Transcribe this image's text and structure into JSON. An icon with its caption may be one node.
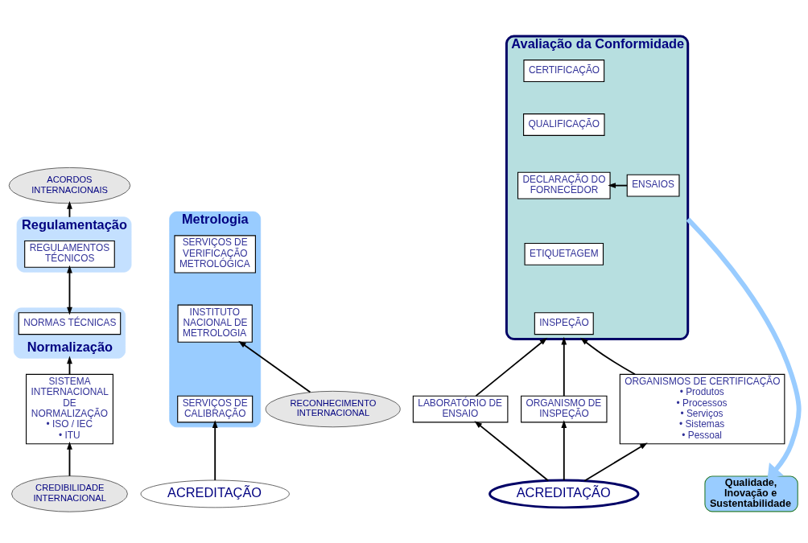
{
  "diagram": {
    "nodes": [
      {
        "text": [
          "ACORDOS INTERNACIONAIS"
        ]
      },
      {
        "text": [
          "Metrologia"
        ]
      },
      {
        "text": [
          "SERVIÇOS DE VERIFICAÇÃO METROLÓGICA"
        ],
        "in": 1
      },
      {
        "text": [
          "INSTITUTO NACIONAL DE METROLOGIA"
        ],
        "in": 1
      },
      {
        "text": [
          "SERVIÇOS DE CALIBRAÇÃO"
        ],
        "in": 1
      },
      {
        "text": [
          "Regulamentação"
        ]
      },
      {
        "text": [
          "REGULAMENTOS TÉCNICOS"
        ],
        "in": 5
      },
      {
        "text": [
          "Normalização"
        ]
      },
      {
        "text": [
          "NORMAS TÉCNICAS"
        ],
        "in": 7
      },
      {
        "text": [
          "Avaliação da Conformidade"
        ]
      },
      {
        "text": [
          "ENSAIOS"
        ],
        "in": 9
      },
      {
        "text": [
          "CERTIFICAÇÃO"
        ],
        "in": 9
      },
      {
        "text": [
          "QUALIFICAÇÃO"
        ],
        "in": 9
      },
      {
        "text": [
          "DECLARAÇÃO DO FORNECEDOR"
        ],
        "in": 9
      },
      {
        "text": [
          "ETIQUETAGEM"
        ],
        "in": 9
      },
      {
        "text": [
          "INSPEÇÃO"
        ],
        "in": 9
      },
      {
        "text": [
          "Qualidade, Inovação e Sustentabilidade"
        ]
      },
      {
        "text": [
          "SISTEMA INTERNACIONAL DE NORMALIZAÇÃO",
          "• ISO / IEC",
          "• ITU"
        ]
      },
      {
        "text": [
          "LABORATÓRIO DE ENSAIO"
        ]
      },
      {
        "text": [
          "ORGANISMO DE INSPEÇÃO"
        ]
      },
      {
        "text": [
          "ORGANISMOS DE CERTIFICAÇÃO",
          "• Produtos",
          "• Processos",
          "• Serviços",
          "• Sistemas",
          "• Pessoal"
        ]
      },
      {
        "text": [
          "ACREDITAÇÃO"
        ]
      },
      {
        "text": [
          "RECONHECIMENTO INTERNACIONAL"
        ]
      },
      {
        "text": [
          "CREDIBILIDADE INTERNACIONAL"
        ]
      },
      {
        "text": [
          "ACREDITAÇÃO"
        ]
      }
    ],
    "edges": [
      {
        "from": 5,
        "to": 0,
        "arrow": "to"
      },
      {
        "from": 8,
        "to": 6,
        "arrow": "both"
      },
      {
        "from": 10,
        "to": 13,
        "arrow": "to"
      },
      {
        "from": 9,
        "to": 16,
        "arrow": "to",
        "style": "thick",
        "color": "#99ccff"
      },
      {
        "from": 22,
        "to": 3,
        "arrow": "to"
      },
      {
        "from": 21,
        "to": 4,
        "arrow": "to"
      },
      {
        "from": 17,
        "to": 7,
        "arrow": "to"
      },
      {
        "from": 23,
        "to": 17,
        "arrow": "to"
      },
      {
        "from": 18,
        "to": 9,
        "arrow": "to"
      },
      {
        "from": 19,
        "to": 9,
        "arrow": "to"
      },
      {
        "from": 20,
        "to": 9,
        "arrow": "to"
      },
      {
        "from": 24,
        "to": 18,
        "arrow": "to"
      },
      {
        "from": 24,
        "to": 19,
        "arrow": "to"
      },
      {
        "from": 24,
        "to": 20,
        "arrow": "to"
      }
    ]
  }
}
